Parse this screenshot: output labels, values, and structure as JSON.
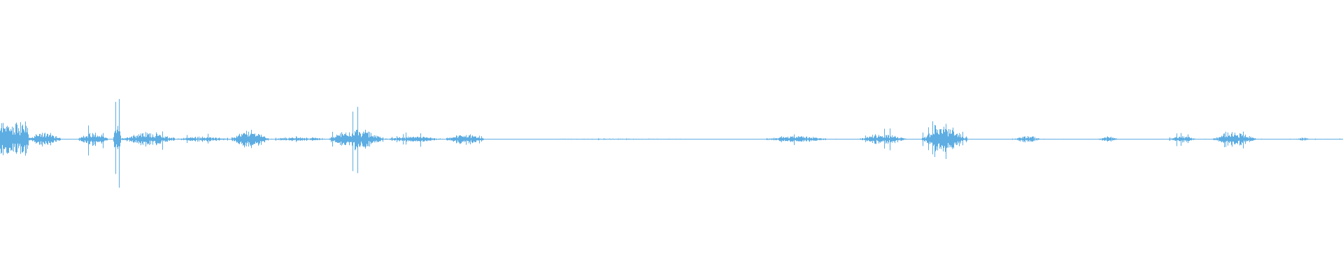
{
  "chart_data": {
    "type": "area",
    "description_kind": "audio-waveform",
    "color": "#5dade2",
    "ylim": [
      -1,
      1
    ],
    "x_range": [
      0,
      1
    ],
    "grid": false,
    "legend": "none",
    "envelope": [
      {
        "t0": 0.0,
        "t1": 0.021,
        "amp": 0.1,
        "peak": 0.11
      },
      {
        "t0": 0.021,
        "t1": 0.045,
        "amp": 0.04,
        "peak": 0.05
      },
      {
        "t0": 0.058,
        "t1": 0.08,
        "amp": 0.04,
        "peak": 0.12
      },
      {
        "t0": 0.084,
        "t1": 0.09,
        "amp": 0.1,
        "peak": 0.47
      },
      {
        "t0": 0.09,
        "t1": 0.13,
        "amp": 0.04,
        "peak": 0.12
      },
      {
        "t0": 0.13,
        "t1": 0.172,
        "amp": 0.015,
        "peak": 0.05
      },
      {
        "t0": 0.172,
        "t1": 0.2,
        "amp": 0.05,
        "peak": 0.19
      },
      {
        "t0": 0.2,
        "t1": 0.245,
        "amp": 0.012,
        "peak": 0.03
      },
      {
        "t0": 0.245,
        "t1": 0.285,
        "amp": 0.06,
        "peak": 0.27
      },
      {
        "t0": 0.285,
        "t1": 0.33,
        "amp": 0.015,
        "peak": 0.05
      },
      {
        "t0": 0.332,
        "t1": 0.36,
        "amp": 0.03,
        "peak": 0.08
      },
      {
        "t0": 0.36,
        "t1": 0.565,
        "amp": 0.003,
        "peak": 0.006
      },
      {
        "t0": 0.57,
        "t1": 0.615,
        "amp": 0.02,
        "peak": 0.05
      },
      {
        "t0": 0.64,
        "t1": 0.675,
        "amp": 0.03,
        "peak": 0.1
      },
      {
        "t0": 0.686,
        "t1": 0.72,
        "amp": 0.07,
        "peak": 0.2
      },
      {
        "t0": 0.755,
        "t1": 0.775,
        "amp": 0.02,
        "peak": 0.04
      },
      {
        "t0": 0.818,
        "t1": 0.832,
        "amp": 0.015,
        "peak": 0.02
      },
      {
        "t0": 0.87,
        "t1": 0.89,
        "amp": 0.02,
        "peak": 0.06
      },
      {
        "t0": 0.903,
        "t1": 0.935,
        "amp": 0.04,
        "peak": 0.09
      },
      {
        "t0": 0.965,
        "t1": 0.975,
        "amp": 0.01,
        "peak": 0.015
      }
    ]
  }
}
